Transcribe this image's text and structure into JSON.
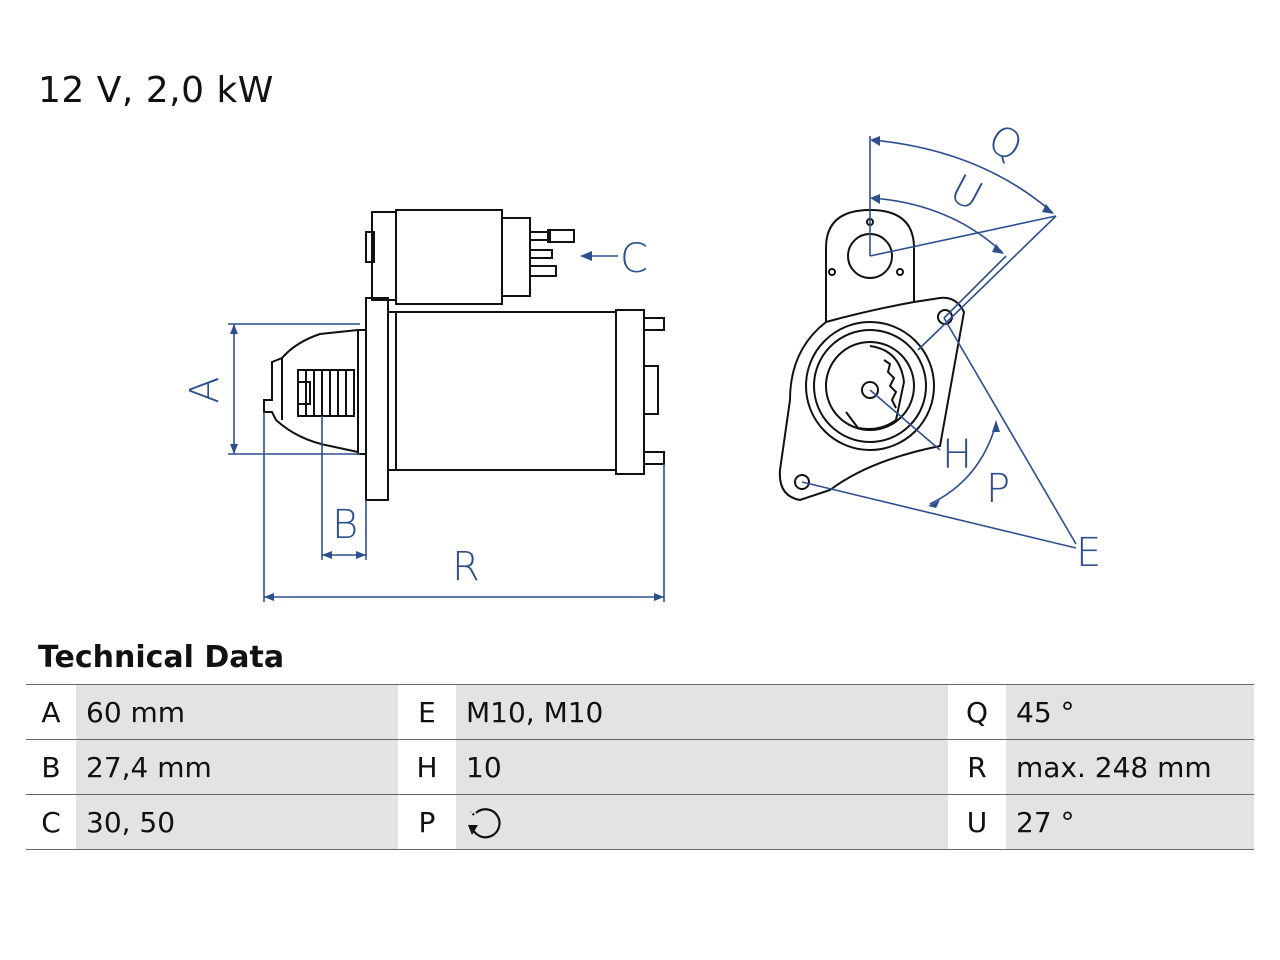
{
  "headline": "12 V, 2,0 kW",
  "section_title": "Technical Data",
  "dimension_labels": {
    "A": "A",
    "B": "B",
    "C": "C",
    "R": "R",
    "Q": "Q",
    "U": "U",
    "H": "H",
    "P": "P",
    "E": "E"
  },
  "table": {
    "rows": [
      [
        {
          "key": "A",
          "value": "60 mm"
        },
        {
          "key": "E",
          "value": "M10, M10"
        },
        {
          "key": "Q",
          "value": "45 °"
        }
      ],
      [
        {
          "key": "B",
          "value": "27,4 mm"
        },
        {
          "key": "H",
          "value": "10"
        },
        {
          "key": "R",
          "value": "max. 248 mm"
        }
      ],
      [
        {
          "key": "C",
          "value": "30, 50"
        },
        {
          "key": "P",
          "value": "",
          "icon": "clockwise-rotation-icon"
        },
        {
          "key": "U",
          "value": "27 °"
        }
      ]
    ]
  },
  "colors": {
    "dimension_line": "#2e4f8f",
    "drawing_line": "#111111",
    "value_cell_bg": "#e3e3e3"
  }
}
